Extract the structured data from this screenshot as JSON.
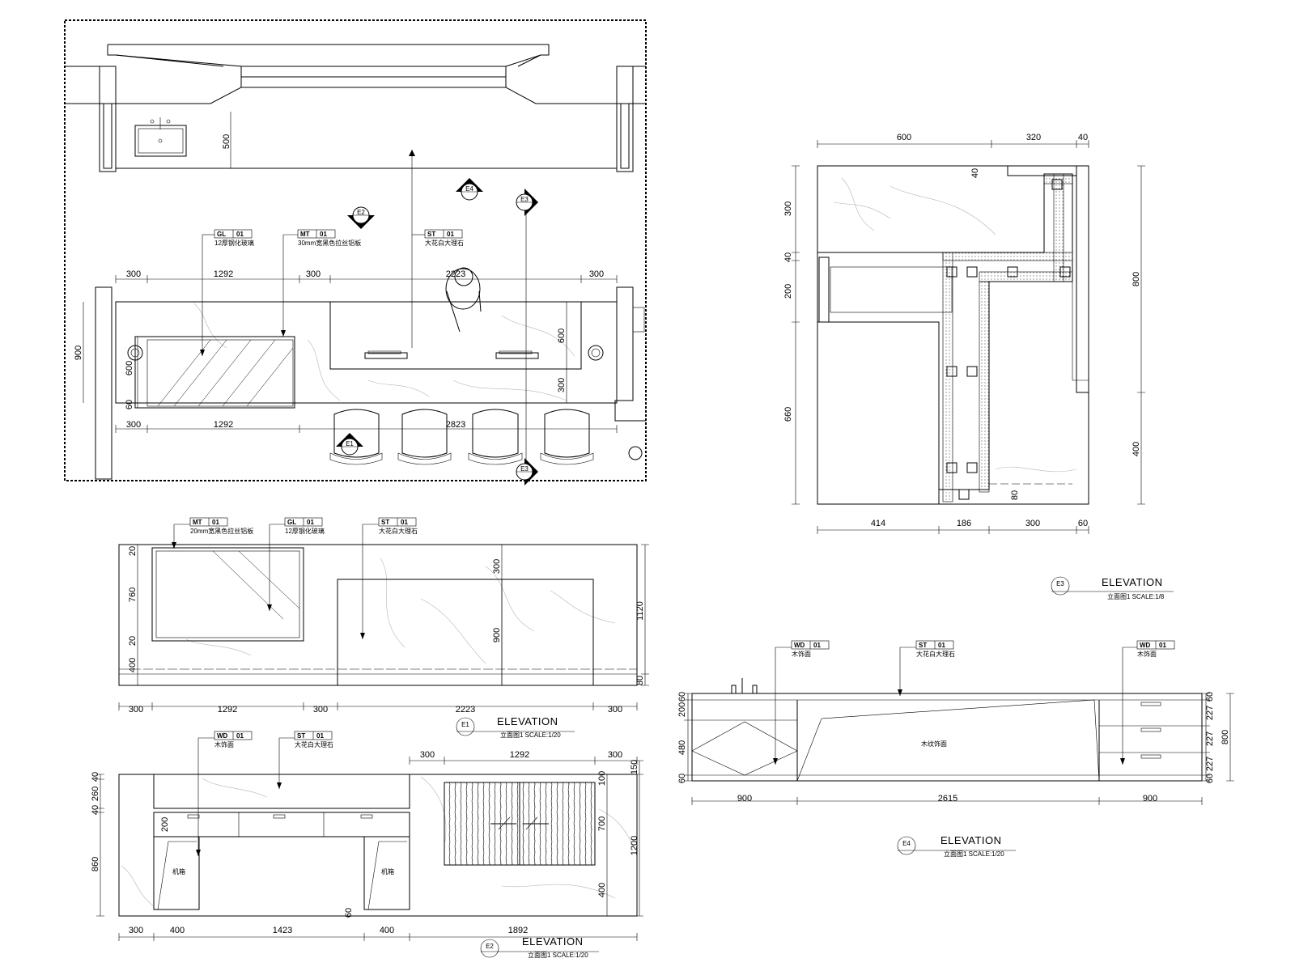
{
  "plan": {
    "dims_top": [
      "300",
      "1292",
      "300",
      "2223",
      "300"
    ],
    "dims_bottom": [
      "300",
      "1292",
      "2823"
    ],
    "dims_left": [
      "900",
      "600",
      "60"
    ],
    "dim_500": "500",
    "dims_right": [
      "600",
      "300"
    ],
    "markers": {
      "e1": "E1",
      "e2": "E2",
      "e3a": "E3",
      "e3b": "E3",
      "e4": "E4"
    },
    "tags": [
      {
        "code": "GL",
        "num": "01",
        "desc": "12厚钢化玻璃"
      },
      {
        "code": "MT",
        "num": "01",
        "desc": "30mm宽黑色拉丝铝板"
      },
      {
        "code": "ST",
        "num": "01",
        "desc": "大花白大理石"
      }
    ]
  },
  "e3": {
    "dims_top": [
      "600",
      "320",
      "40"
    ],
    "dims_left": [
      "300",
      "40",
      "200",
      "660"
    ],
    "small_40": "40",
    "dims_right": [
      "800",
      "400"
    ],
    "dims_bottom": [
      "414",
      "186",
      "300",
      "60"
    ],
    "dim_80": "80",
    "marker": "E3",
    "title": "ELEVATION",
    "subtitle": "立面图1  SCALE:1/8"
  },
  "e1": {
    "tags": [
      {
        "code": "MT",
        "num": "01",
        "desc": "20mm宽黑色拉丝铝板"
      },
      {
        "code": "GL",
        "num": "01",
        "desc": "12厚钢化玻璃"
      },
      {
        "code": "ST",
        "num": "01",
        "desc": "大花白大理石"
      }
    ],
    "dims_left": [
      "20",
      "760",
      "20",
      "400"
    ],
    "dims_inner": [
      "300",
      "900"
    ],
    "dims_right": [
      "1120",
      "80"
    ],
    "dims_bottom": [
      "300",
      "1292",
      "300",
      "2223",
      "300"
    ],
    "marker": "E1",
    "title": "ELEVATION",
    "subtitle": "立面图1  SCALE:1/20"
  },
  "e2": {
    "tags": [
      {
        "code": "WD",
        "num": "01",
        "desc": "木饰面"
      },
      {
        "code": "ST",
        "num": "01",
        "desc": "大花白大理石"
      }
    ],
    "dims_top": [
      "300",
      "1292",
      "300"
    ],
    "dims_left": [
      "40",
      "260",
      "40",
      "860"
    ],
    "dim_200": "200",
    "dims_inner_right": [
      "100",
      "700",
      "400"
    ],
    "dims_right": [
      "150",
      "1200"
    ],
    "dim_60": "60",
    "dims_bottom": [
      "300",
      "400",
      "1423",
      "400",
      "1892"
    ],
    "label_left": "机箱",
    "label_right": "机箱",
    "marker": "E2",
    "title": "ELEVATION",
    "subtitle": "立面图1  SCALE:1/20"
  },
  "e4": {
    "tags": [
      {
        "code": "WD",
        "num": "01",
        "desc": "木饰面"
      },
      {
        "code": "ST",
        "num": "01",
        "desc": "大花白大理石"
      },
      {
        "code": "WD",
        "num": "01",
        "desc": "木饰面"
      }
    ],
    "dims_left": [
      "60",
      "200",
      "480",
      "60"
    ],
    "dims_right": [
      "60",
      "227",
      "227",
      "227",
      "60"
    ],
    "dim_800": "800",
    "dims_bottom": [
      "900",
      "2615",
      "900"
    ],
    "label_center": "木纹饰面",
    "marker": "E4",
    "title": "ELEVATION",
    "subtitle": "立面图1  SCALE:1/20"
  }
}
